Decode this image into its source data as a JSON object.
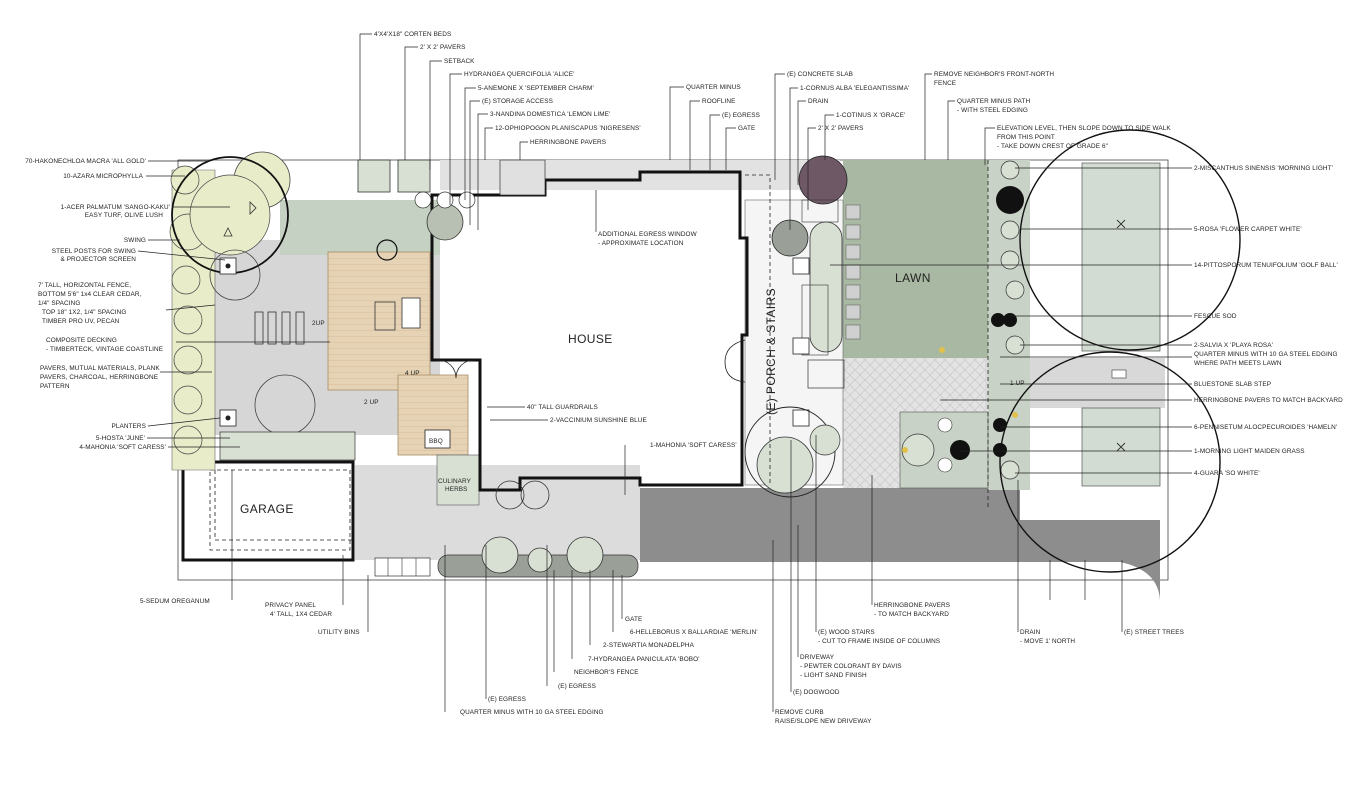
{
  "areas": {
    "house": "HOUSE",
    "garage": "GARAGE",
    "lawn": "LAWN",
    "porch": "(E) PORCH & STAIRS",
    "culinary1": "CULINARY",
    "culinary2": "HERBS",
    "bbq": "BBQ",
    "up2a": "2UP",
    "up2b": "2 UP",
    "up4": "4 UP",
    "up1": "1 UP"
  },
  "labels_left": [
    "70-HAKONECHLOA MACRA 'ALL GOLD'",
    "10-AZARA MICROPHYLLA",
    "1-ACER PALMATUM 'SANGO-KAKU'",
    "EASY TURF, OLIVE LUSH",
    "SWING",
    "STEEL POSTS FOR SWING",
    "& PROJECTOR SCREEN",
    "7' TALL, HORIZONTAL FENCE,",
    "BOTTOM 5'6\" 1x4 CLEAR CEDAR,",
    "1/4\" SPACING",
    "TOP 18\" 1X2, 1/4\" SPACING",
    "TIMBER PRO UV, PECAN",
    "COMPOSITE DECKING",
    "- TIMBERTECK, VINTAGE COASTLINE",
    "PAVERS, MUTUAL MATERIALS, PLANK",
    "PAVERS, CHARCOAL, HERRINGBONE",
    "PATTERN",
    "PLANTERS",
    "5-HOSTA 'JUNE'",
    "4-MAHONIA 'SOFT CARESS'"
  ],
  "labels_top": [
    "4'X4'X18\" CORTEN BEDS",
    "2' X 2' PAVERS",
    "SETBACK",
    "HYDRANGEA QUERCIFOLIA 'ALICE'",
    "5-ANEMONE X 'SEPTEMBER CHARM'",
    "(E) STORAGE ACCESS",
    "3-NANDINA DOMESTICA 'LEMON LIME'",
    "12-OPHIOPOGON PLANISCAPUS 'NIGRESENS'",
    "HERRINGBONE PAVERS",
    "QUARTER MINUS",
    "ROOFLINE",
    "(E) EGRESS",
    "GATE",
    "(E) CONCRETE SLAB",
    "1-CORNUS ALBA 'ELEGANTISSIMA'",
    "DRAIN",
    "1-COTINUS X 'GRACE'",
    "2' X 2' PAVERS",
    "REMOVE NEIGHBOR'S FRONT-NORTH",
    "FENCE",
    "QUARTER MINUS PATH",
    "- WITH STEEL EDGING",
    "ELEVATION LEVEL, THEN SLOPE DOWN TO SIDE WALK",
    "FROM THIS POINT",
    "- TAKE DOWN CREST OF GRADE 6\""
  ],
  "labels_right": [
    "2-MISCANTHUS SINENSIS 'MORNING LIGHT'",
    "5-ROSA 'FLOWER CARPET WHITE'",
    "14-PITTOSPORUM TENUIFOLIUM 'GOLF BALL'",
    "FESCUE SOD",
    "2-SALVIA X 'PLAYA ROSA'",
    "QUARTER MINUS WITH 10 GA STEEL EDGING",
    "WHERE PATH MEETS LAWN",
    "BLUESTONE SLAB STEP",
    "HERRINGBONE PAVERS TO MATCH BACKYARD",
    "6-PENNISETUM ALOCPECUROIDES 'HAMELN'",
    "1-MORNING LIGHT MAIDEN GRASS",
    "4-GUARA 'SO WHITE'"
  ],
  "labels_middle": [
    "ADDITIONAL EGRESS WINDOW",
    "- APPROXIMATE LOCATION",
    "40\" TALL GUARDRAILS",
    "2-VACCINIUM SUNSHINE BLUE",
    "1-MAHONIA 'SOFT CARESS'"
  ],
  "labels_bottom": [
    "5-SEDUM OREGANUM",
    "PRIVACY PANEL",
    "4' TALL, 1X4 CEDAR",
    "UTILITY BINS",
    "GATE",
    "6-HELLEBORUS X BALLARDIAE 'MERLIN'",
    "2-STEWARTIA MONADELPHA",
    "7-HYDRANGEA PANICULATA 'BOBO'",
    "NEIGHBOR'S FENCE",
    "(E) EGRESS",
    "(E) EGRESS",
    "QUARTER MINUS WITH 10 GA STEEL EDGING",
    "(E) WOOD STAIRS",
    "- CUT TO FRAME INSIDE OF COLUMNS",
    "DRIVEWAY",
    "- PEWTER COLORANT BY DAVIS",
    "- LIGHT SAND FINISH",
    "(E) DOGWOOD",
    "REMOVE CURB",
    "RAISE/SLOPE NEW DRIVEWAY",
    "HERRINGBONE PAVERS",
    "- TO MATCH BACKYARD",
    "DRAIN",
    "- MOVE 1' NORTH",
    "(E) STREET TREES"
  ],
  "colors": {
    "lawn": "#a9b8a2",
    "turf": "#c5d1c2",
    "plant_yellow": "#e8ecc8",
    "deck": "#e6d2b4",
    "pavers": "#d2d2d2",
    "driveway": "#8d8d8d",
    "dogwood": "#6e5866",
    "shrub": "#b7c0b3"
  }
}
